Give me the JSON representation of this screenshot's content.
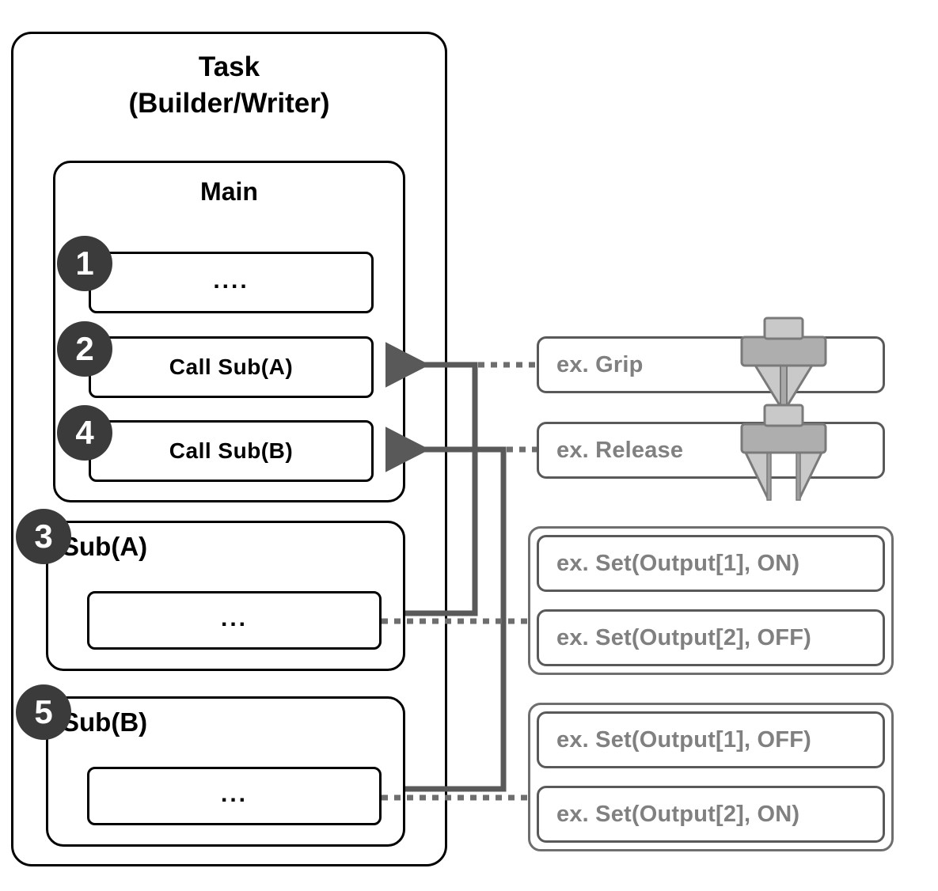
{
  "diagram": {
    "task": {
      "title_line1": "Task",
      "title_line2": "(Builder/Writer)"
    },
    "main": {
      "title": "Main",
      "steps": [
        {
          "badge": "1",
          "label": "...."
        },
        {
          "badge": "2",
          "label": "Call Sub(A)"
        },
        {
          "badge": "4",
          "label": "Call Sub(B)"
        }
      ]
    },
    "subs": [
      {
        "badge": "3",
        "title": "Sub(A)",
        "body": "..."
      },
      {
        "badge": "5",
        "title": "Sub(B)",
        "body": "..."
      }
    ],
    "examples": {
      "actions": [
        {
          "label": "ex. Grip",
          "icon": "gripper-closed-icon"
        },
        {
          "label": "ex. Release",
          "icon": "gripper-open-icon"
        }
      ],
      "groups": [
        {
          "items": [
            {
              "label": "ex. Set(Output[1], ON)"
            },
            {
              "label": "ex. Set(Output[2], OFF)"
            }
          ]
        },
        {
          "items": [
            {
              "label": "ex. Set(Output[1], OFF)"
            },
            {
              "label": "ex. Set(Output[2], ON)"
            }
          ]
        }
      ]
    },
    "colors": {
      "outline": "#000000",
      "badge_fill": "#3b3b3b",
      "badge_text": "#ffffff",
      "example_outline": "#595959",
      "example_text": "#808080",
      "connector": "#595959",
      "icon_light": "#c3c3c3",
      "icon_dark": "#a6a6a6",
      "icon_stroke": "#7a7a7a"
    }
  }
}
